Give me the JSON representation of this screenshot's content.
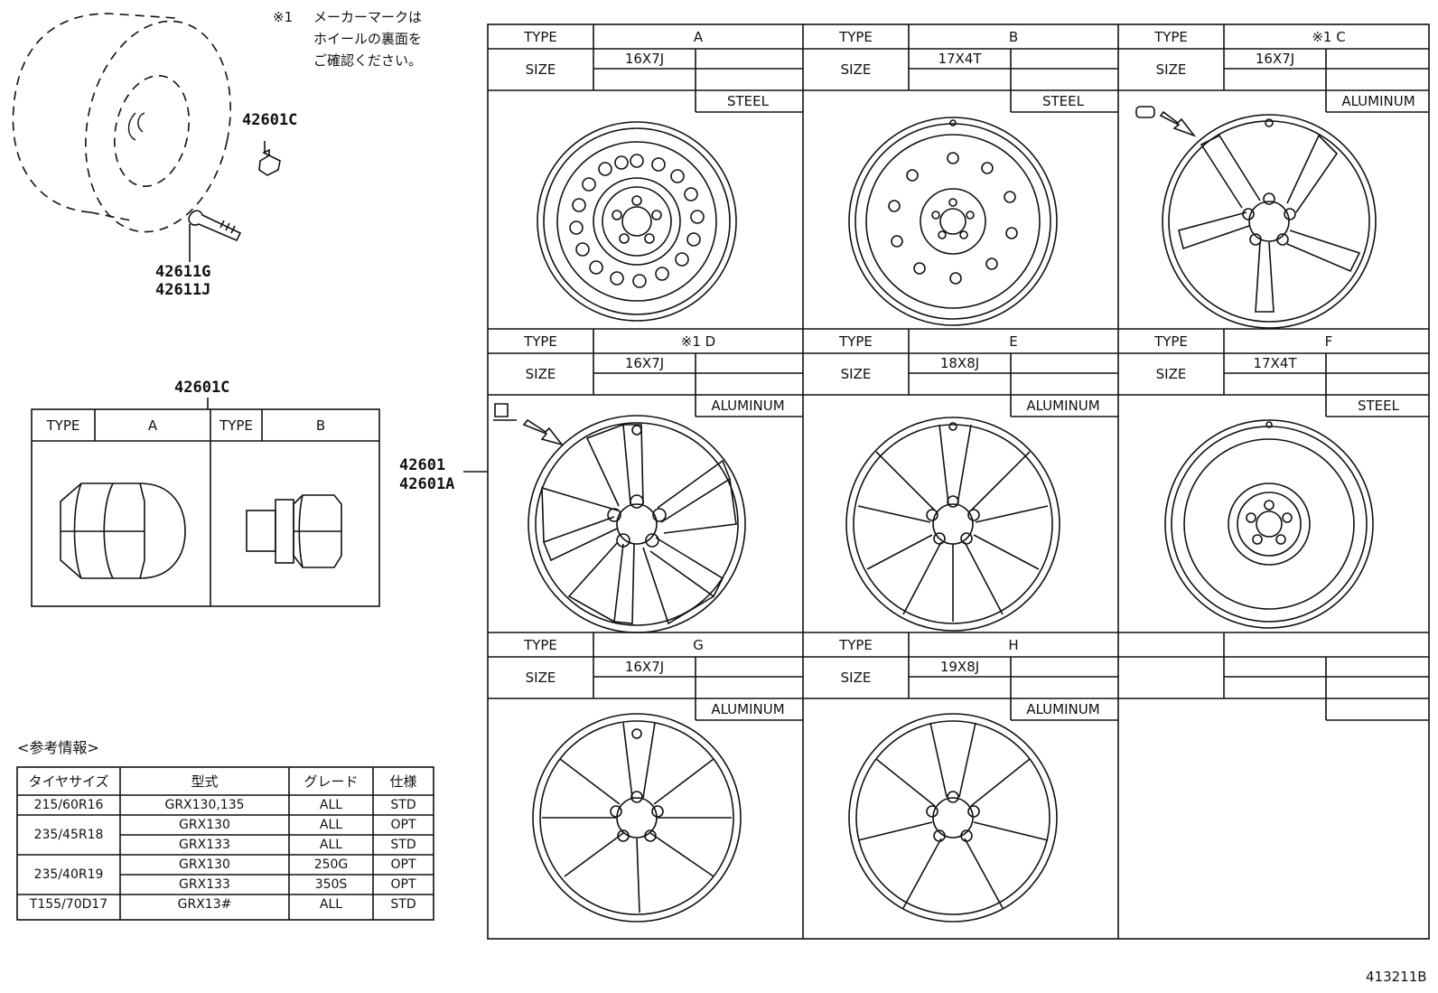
{
  "note": {
    "mark": "※1",
    "lines": [
      "メーカーマークは",
      "ホイールの裏面を",
      "ご確認ください。"
    ]
  },
  "parts": {
    "cap_top": "42601C",
    "valve_1": "42611G",
    "valve_2": "42611J",
    "nut_title": "42601C",
    "wheel_1": "42601",
    "wheel_2": "42601A"
  },
  "nut_table": {
    "type_label": "TYPE",
    "col_a": "A",
    "col_b": "B"
  },
  "wheel_labels": {
    "type": "TYPE",
    "size": "SIZE"
  },
  "wheels": [
    {
      "type": "A",
      "size": "16X7J",
      "material": "STEEL"
    },
    {
      "type": "B",
      "size": "17X4T",
      "material": "STEEL"
    },
    {
      "type": "※1 C",
      "size": "16X7J",
      "material": "ALUMINUM"
    },
    {
      "type": "※1 D",
      "size": "16X7J",
      "material": "ALUMINUM"
    },
    {
      "type": "E",
      "size": "18X8J",
      "material": "ALUMINUM"
    },
    {
      "type": "F",
      "size": "17X4T",
      "material": "STEEL"
    },
    {
      "type": "G",
      "size": "16X7J",
      "material": "ALUMINUM"
    },
    {
      "type": "H",
      "size": "19X8J",
      "material": "ALUMINUM"
    }
  ],
  "reference": {
    "title": "<参考情報>",
    "headers": [
      "タイヤサイズ",
      "型式",
      "グレード",
      "仕様"
    ],
    "rows": [
      {
        "tire": "215/60R16",
        "model": "GRX130,135",
        "grade": "ALL",
        "spec": "STD"
      },
      {
        "tire": "235/45R18",
        "model": "GRX130",
        "grade": "ALL",
        "spec": "OPT"
      },
      {
        "tire": "",
        "model": "GRX133",
        "grade": "ALL",
        "spec": "STD"
      },
      {
        "tire": "235/40R19",
        "model": "GRX130",
        "grade": "250G",
        "spec": "OPT"
      },
      {
        "tire": "",
        "model": "GRX133",
        "grade": "350S",
        "spec": "OPT"
      },
      {
        "tire": "T155/70D17",
        "model": "GRX13#",
        "grade": "ALL",
        "spec": "STD"
      }
    ]
  },
  "figure_id": "413211B"
}
